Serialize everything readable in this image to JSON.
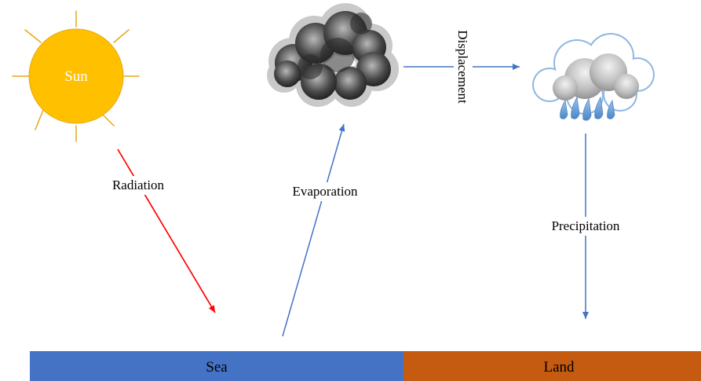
{
  "sun": {
    "label": "Sun",
    "fill": "#ffc000",
    "stroke": "#e6a817"
  },
  "arrows": {
    "radiation": {
      "label": "Radiation",
      "color": "#ff0000"
    },
    "evaporation": {
      "label": "Evaporation",
      "color": "#4472c4"
    },
    "displacement": {
      "label": "Displacement",
      "color": "#4472c4"
    },
    "precipitation": {
      "label": "Precipitation",
      "color": "#4472c4"
    }
  },
  "ground": {
    "sea": {
      "label": "Sea",
      "color": "#4472c4"
    },
    "land": {
      "label": "Land",
      "color": "#c55a11"
    }
  },
  "icons": {
    "evaporation_cloud": "dark-cloud-icon",
    "rain_cloud": "rain-cloud-icon"
  }
}
